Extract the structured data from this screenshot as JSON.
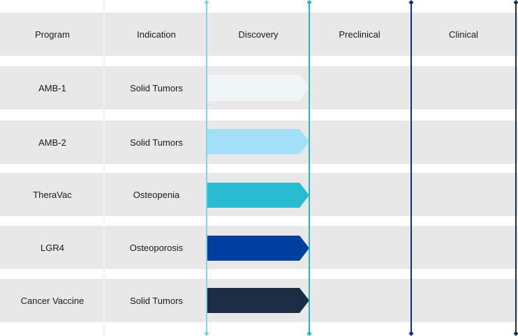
{
  "header": {
    "program": "Program",
    "indication": "Indication",
    "discovery": "Discovery",
    "preclinical": "Preclinical",
    "clinical": "Clinical"
  },
  "rows": [
    {
      "program": "AMB-1",
      "indication": "Solid Tumors",
      "stage": "Discovery",
      "progress": 1.0,
      "color": "#f0f5f8"
    },
    {
      "program": "AMB-2",
      "indication": "Solid Tumors",
      "stage": "Discovery",
      "progress": 1.0,
      "color": "#a3e0f7"
    },
    {
      "program": "TheraVac",
      "indication": "Osteopenia",
      "stage": "Discovery",
      "progress": 1.0,
      "color": "#29bcd0"
    },
    {
      "program": "LGR4",
      "indication": "Osteoporosis",
      "stage": "Discovery",
      "progress": 1.0,
      "color": "#003f9e"
    },
    {
      "program": "Cancer Vaccine",
      "indication": "Solid Tumors",
      "stage": "Discovery",
      "progress": 1.0,
      "color": "#1b2d45"
    }
  ],
  "colors": {
    "band": "#e8e8e8",
    "divider_program": "#f2f2f2",
    "divider_discovery": "#7fd3ec",
    "divider_preclinical": "#21b5c2",
    "divider_clinical": "#0b2f7a",
    "divider_end": "#1b2d45"
  }
}
